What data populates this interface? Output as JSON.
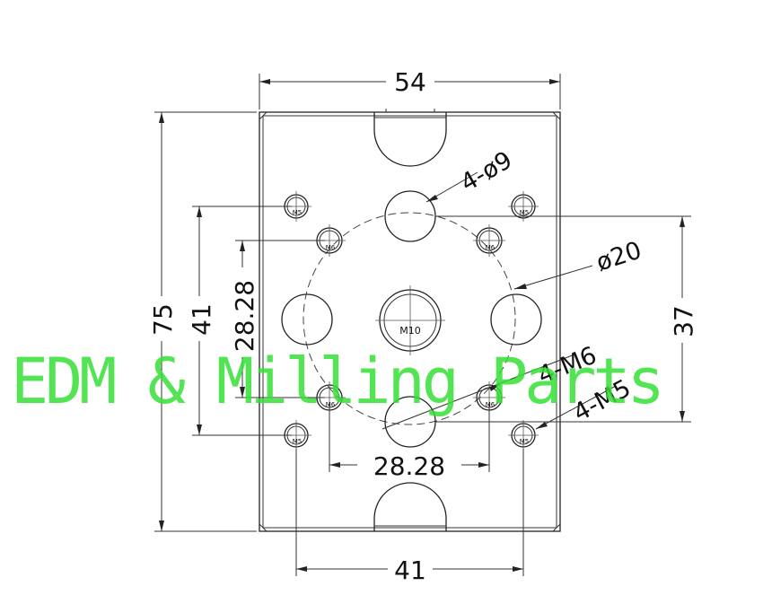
{
  "watermark": "EDM & Milling Parts",
  "dimensions": {
    "top_width": "54",
    "bottom_width": "41",
    "overall_height": "75",
    "left_inner": "41",
    "left_diag": "28.28",
    "right_height": "37",
    "center_horizontal": "28.28"
  },
  "callouts": {
    "holes_9": "4-ø9",
    "hole_20": "ø20",
    "m6": "4-M6",
    "m5": "4-M5",
    "center_thread": "M10",
    "m6_mark": "M6",
    "m5_mark": "M5"
  }
}
